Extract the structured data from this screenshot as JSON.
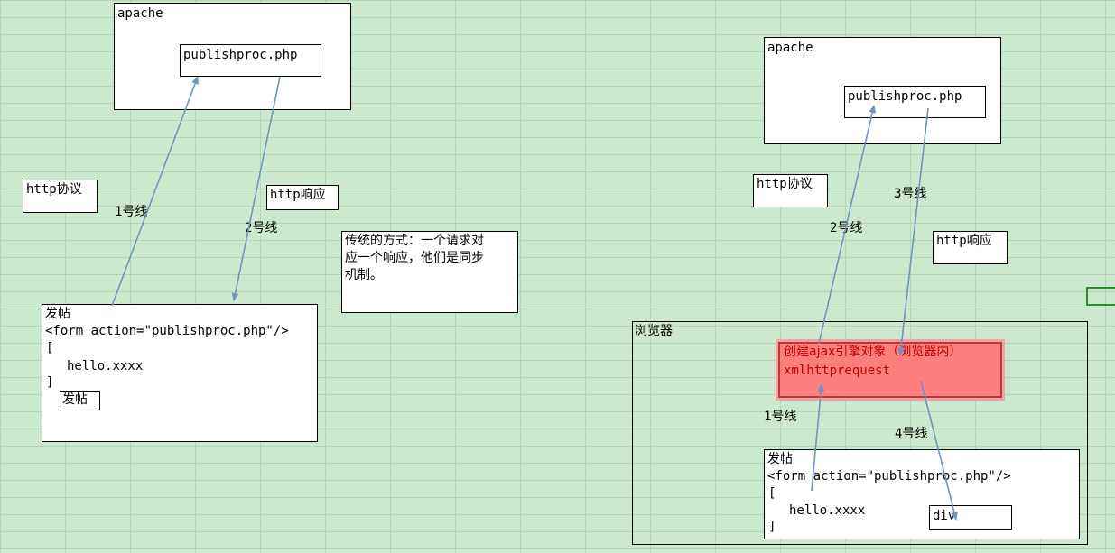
{
  "left": {
    "apache": "apache",
    "publishproc": "publishproc.php",
    "http_protocol": "http协议",
    "http_response": "http响应",
    "line1": "1号线",
    "line2": "2号线",
    "note": "传统的方式：一个请求对\n应一个响应，他们是同步\n机制。",
    "form": {
      "title": "发帖",
      "form_tag": "<form action=\"publishproc.php\"/>",
      "open_bracket": "[",
      "content": "hello.xxxx",
      "close_bracket": "]",
      "button": "发帖"
    }
  },
  "right": {
    "apache": "apache",
    "publishproc": "publishproc.php",
    "http_protocol": "http协议",
    "http_response": "http响应",
    "line1": "1号线",
    "line2": "2号线",
    "line3": "3号线",
    "line4": "4号线",
    "browser": "浏览器",
    "ajax_line1": "创建ajax引擎对象（浏览器内）",
    "ajax_line2": "xmlhttprequest",
    "form": {
      "title": "发帖",
      "form_tag": "<form action=\"publishproc.php\"/>",
      "open_bracket": "[",
      "content": "hello.xxxx",
      "close_bracket": "]",
      "div": "div"
    }
  },
  "colors": {
    "arrow": "#6f94bf",
    "ajax_fill": "#ff7f7f",
    "ajax_text": "#c00000",
    "grid_bg": "#cce8cf"
  }
}
